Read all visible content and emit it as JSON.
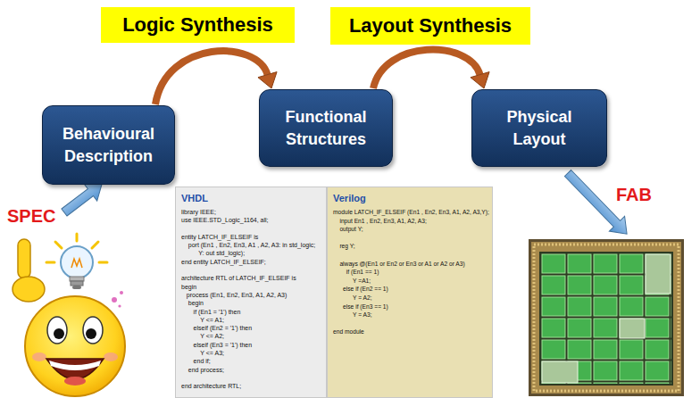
{
  "diagram": {
    "nodes": [
      {
        "text": [
          "Logic Synthesis"
        ]
      },
      {
        "text": [
          "Layout Synthesis"
        ]
      },
      {
        "text": [
          "Behavioural Description"
        ]
      },
      {
        "text": [
          "Functional Structures"
        ]
      },
      {
        "text": [
          "Physical Layout"
        ]
      },
      {
        "text": [
          "VHDL",
          "library IEEE;",
          "use IEEE.STD_Logic_1164, all;",
          "entity LATCH_IF_ELSEIF is",
          "    port (En1 , En2, En3, A1 , A2, A3: in std_logic;",
          "          Y: out std_logic);",
          "end entity LATCH_IF_ELSEIF;",
          "architecture RTL of LATCH_IF_ELSEIF is",
          "begin",
          "   process (En1, En2, En3, A1, A2, A3)",
          "    begin",
          "       if (En1 = '1') then",
          "           Y <= A1;",
          "       elseif (En2 = '1') then",
          "           Y <= A2;",
          "       elseif (En3 = '1') then",
          "           Y <= A3;",
          "       end if;",
          "    end process;",
          "end architecture RTL;"
        ]
      },
      {
        "text": [
          "Verilog",
          "module LATCH_IF_ELSEIF (En1 , En2, En3, A1, A2, A3,Y);",
          "    input En1 , En2, En3, A1, A2, A3;",
          "    output Y;",
          "    reg Y;",
          "    always @(En1 or En2 or En3 or A1 or A2 or A3)",
          "        if (En1 == 1)",
          "            Y =A1;",
          "      else if (En2 == 1)",
          "            Y = A2;",
          "      else if (En3 == 1)",
          "            Y = A3;",
          "end module"
        ]
      }
    ],
    "edges": [
      {
        "from": 2,
        "to": 3,
        "arrow": "to"
      },
      {
        "from": 3,
        "to": 4,
        "arrow": "to"
      }
    ],
    "labels": [
      "SPEC",
      "FAB"
    ]
  }
}
